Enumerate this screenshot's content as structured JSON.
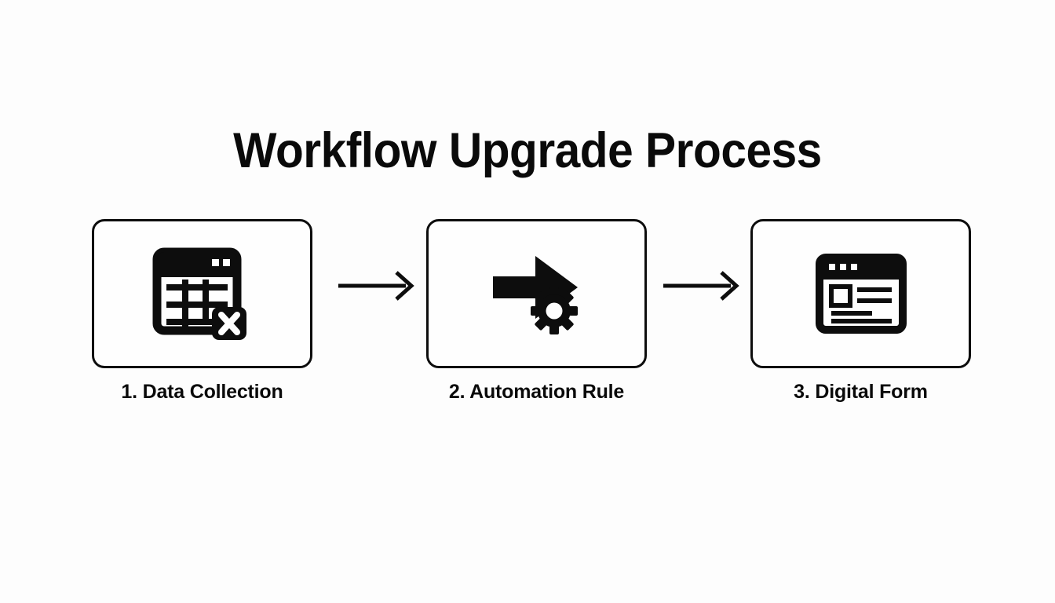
{
  "page": {
    "title": "Workflow Upgrade Process",
    "background_color": "#fdfdfd",
    "ink_color": "#0a0a0a"
  },
  "flow": {
    "steps": [
      {
        "label": "1. Data Collection",
        "icon": "spreadsheet-error-icon",
        "icon_description": "table window with X badge"
      },
      {
        "label": "2. Automation Rule",
        "icon": "arrow-gear-icon",
        "icon_description": "right arrow with gear"
      },
      {
        "label": "3. Digital Form",
        "icon": "web-form-icon",
        "icon_description": "browser window with form fields"
      }
    ],
    "connectors": [
      {
        "icon": "arrow-right-icon"
      },
      {
        "icon": "arrow-right-icon"
      }
    ]
  }
}
